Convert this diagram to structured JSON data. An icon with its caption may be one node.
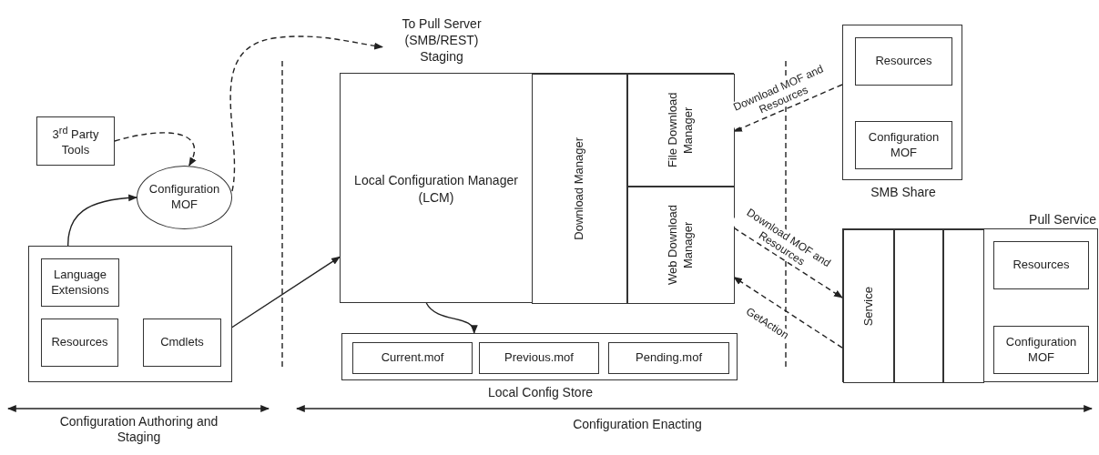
{
  "diagram": {
    "nodes": [
      {
        "text": [
          "3$^{rd}$ Party Tools"
        ]
      },
      {
        "text": [
          "Configuration MOF"
        ]
      },
      {
        "text": [],
        "shape": "box"
      },
      {
        "text": [
          "Language Extensions"
        ],
        "in": 2
      },
      {
        "text": [
          "Resources"
        ],
        "in": 2
      },
      {
        "text": [
          "Cmdlets"
        ],
        "in": 2
      },
      {
        "text": [
          "To Pull Server (SMB/REST) Staging"
        ]
      },
      {
        "text": [
          "Local Configuration Manager (LCM)"
        ]
      },
      {
        "text": [
          "Download Manager"
        ],
        "in": 7
      },
      {
        "text": [
          "File Download Manager"
        ],
        "in": 7
      },
      {
        "text": [
          "Web Download Manager"
        ],
        "in": 7
      },
      {
        "text": [
          "Local Config Store"
        ]
      },
      {
        "text": [
          "Current.mof"
        ],
        "in": 11
      },
      {
        "text": [
          "Previous.mof"
        ],
        "in": 11
      },
      {
        "text": [
          "Pending.mof"
        ],
        "in": 11
      },
      {
        "text": [
          "SMB Share"
        ]
      },
      {
        "text": [
          "Resources"
        ],
        "in": 15
      },
      {
        "text": [
          "Configuration MOF"
        ],
        "in": 15
      },
      {
        "text": [
          "Pull Service"
        ]
      },
      {
        "text": [
          "Service"
        ],
        "in": 18
      },
      {
        "text": [],
        "shape": "box",
        "in": 18
      },
      {
        "text": [],
        "shape": "box",
        "in": 18
      },
      {
        "text": [
          "Resources"
        ],
        "in": 18
      },
      {
        "text": [
          "Configuration MOF"
        ],
        "in": 18
      }
    ],
    "edges": [
      {
        "from": 0,
        "to": 1,
        "arrow": "to",
        "style": "dashed"
      },
      {
        "from": 3,
        "to": 1,
        "arrow": "to"
      },
      {
        "from": 1,
        "to": 6,
        "arrow": "to",
        "style": "dashed"
      },
      {
        "from": 5,
        "to": 7,
        "arrow": "to"
      },
      {
        "from": 7,
        "to": 11,
        "arrow": "to"
      },
      {
        "from": 15,
        "to": 9,
        "arrow": "to",
        "style": "dashed",
        "label": "Download MOF and Resources"
      },
      {
        "from": 10,
        "to": 19,
        "arrow": "to",
        "style": "dashed",
        "label": "Download MOF and Resources"
      },
      {
        "from": 19,
        "to": 10,
        "arrow": "to",
        "style": "dashed",
        "label": "GetAction"
      }
    ],
    "labels": [
      "Configuration Authoring and Staging",
      "Configuration Enacting"
    ]
  }
}
